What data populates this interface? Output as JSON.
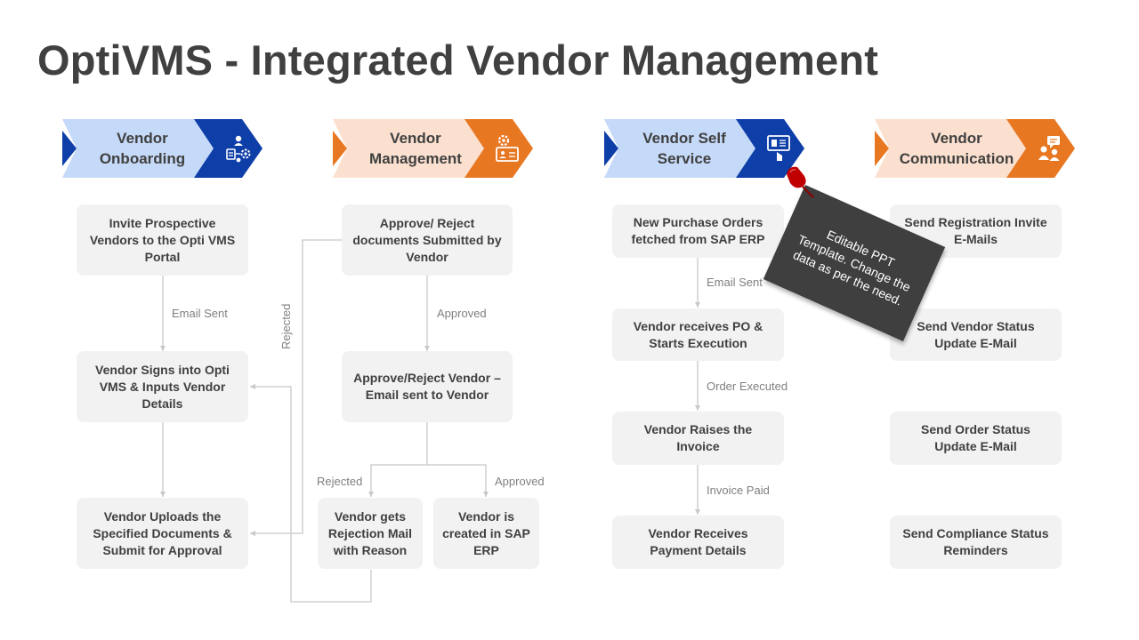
{
  "title": "OptiVMS - Integrated Vendor Management",
  "colors": {
    "blue_light": "#c5d9f8",
    "blue_dark": "#0e3ea8",
    "orange_light": "#fbe0cf",
    "orange_dark": "#e87722",
    "box_bg": "#f2f2f2",
    "text": "#404040",
    "label": "#7f7f7f",
    "note_bg": "#3f3f3f",
    "pin": "#c00000"
  },
  "columns": [
    {
      "header": [
        "Vendor",
        "Onboarding"
      ],
      "icon": "team-process-icon",
      "boxes": [
        "Invite Prospective Vendors to the Opti VMS Portal",
        "Vendor Signs into Opti VMS & Inputs Vendor Details",
        "Vendor Uploads the Specified Documents & Submit for Approval"
      ],
      "labels": [
        "Email Sent"
      ]
    },
    {
      "header": [
        "Vendor",
        "Management"
      ],
      "icon": "gear-document-icon",
      "boxes": [
        "Approve/ Reject documents Submitted by Vendor",
        "Approve/Reject Vendor – Email sent to Vendor",
        "Vendor gets Rejection Mail with Reason",
        "Vendor is created in SAP ERP"
      ],
      "labels": [
        "Approved",
        "Rejected",
        "Approved",
        "Rejected"
      ]
    },
    {
      "header": [
        "Vendor Self",
        "Service"
      ],
      "icon": "self-service-kiosk-icon",
      "boxes": [
        "New Purchase Orders fetched from SAP ERP",
        "Vendor receives PO & Starts Execution",
        "Vendor Raises the Invoice",
        "Vendor Receives Payment Details"
      ],
      "labels": [
        "Email Sent",
        "Order Executed",
        "Invoice Paid"
      ]
    },
    {
      "header": [
        "Vendor",
        "Communication"
      ],
      "icon": "users-chat-icon",
      "boxes": [
        "Send Registration Invite E-Mails",
        "Send Vendor Status Update E-Mail",
        "Send Order Status Update E-Mail",
        "Send Compliance Status Reminders"
      ]
    }
  ],
  "note": {
    "text": "Editable PPT Template. Change the data as per the need."
  }
}
